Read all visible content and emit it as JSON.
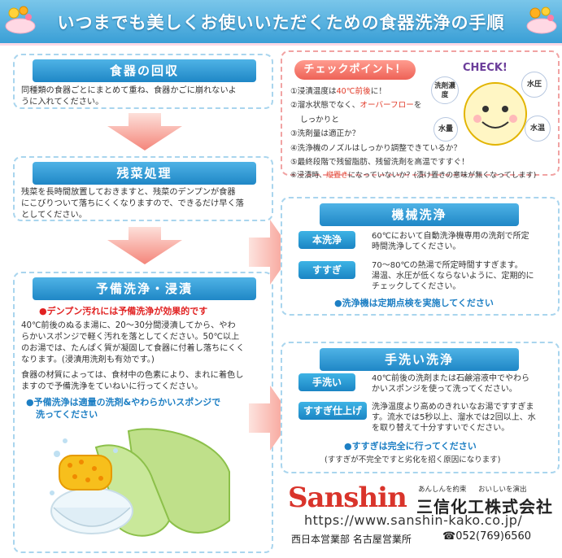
{
  "title": "いつまでも美しくお使いいただくための食器洗浄の手順",
  "steps": {
    "collect": {
      "heading": "食器の回収",
      "body1": "同種類の食器ごとにまとめて重ね、食器かごに崩れないよ",
      "body2": "うに入れてください。"
    },
    "leftover": {
      "heading": "残菜処理",
      "body1": "残菜を長時間放置しておきますと、残菜のデンプンが食器",
      "body2": "にこびりついて落ちにくくなりますので、できるだけ早く落",
      "body3": "としてください。"
    },
    "presoak": {
      "heading": "予備洗浄・浸漬",
      "note": "●デンプン汚れには予備洗浄が効果的です",
      "body1": "40℃前後のぬるま湯に、20～30分間浸漬してから、やわ",
      "body2": "らかいスポンジで軽く汚れを落としてください。50℃以上",
      "body3": "のお湯では、たんぱく質が凝固して食器に付着し落ちにくく",
      "body4": "なります。(浸漬用洗剤も有効です。)",
      "body5": "食器の材質によっては、食材中の色素により、まれに着色し",
      "body6": "ますので予備洗浄をていねいに行ってください。",
      "tip1": "●予備洗浄は適量の洗剤&やわらかいスポンジで",
      "tip2": "洗ってください"
    }
  },
  "check": {
    "title": "チェックポイント！",
    "badge": "CHECK!",
    "items": [
      {
        "pre": "①浸漬温度は",
        "hl": "40℃前後",
        "post": "に！"
      },
      {
        "pre": "②溜水状態でなく、",
        "hl": "オーバーフロー",
        "post": "を"
      },
      {
        "pre": "しっかりと",
        "hl": "",
        "post": ""
      },
      {
        "pre": "③洗剤量は適正か？",
        "hl": "",
        "post": ""
      },
      {
        "pre": "④洗浄機のノズルはしっかり調整できているか？",
        "hl": "",
        "post": ""
      },
      {
        "pre": "⑤最終段階で残留脂肪、残留洗剤を高温ですすぐ！",
        "hl": "",
        "post": ""
      },
      {
        "pre": "⑥浸漬時、",
        "hl": "縦置き",
        "post": "になっていないか？(漬け置きの意味が無くなってします)"
      }
    ],
    "bubbles": [
      "洗剤濃度",
      "水圧",
      "水量",
      "水温"
    ]
  },
  "machine": {
    "heading": "機械洗浄",
    "main_label": "本洗浄",
    "main_desc1": "60℃において自動洗浄機専用の洗剤で所定",
    "main_desc2": "時間洗浄してください。",
    "rinse_label": "すすぎ",
    "rinse_desc1": "70～80℃の熱湯で所定時間すすぎます。",
    "rinse_desc2": "湯温、水圧が低くならないように、定期的に",
    "rinse_desc3": "チェックしてください。",
    "note": "●洗浄機は定期点検を実施してください"
  },
  "hand": {
    "heading": "手洗い洗浄",
    "wash_label": "手洗い",
    "wash_desc1": "40℃前後の洗剤または石鹸溶液中でやわら",
    "wash_desc2": "かいスポンジを使って洗ってください。",
    "finish_label": "すすぎ仕上げ",
    "finish_desc1": "洗浄温度より高めのきれいなお湯ですすぎま",
    "finish_desc2": "す。流水では5秒以上、溜水では2回以上、水",
    "finish_desc3": "を取り替えて十分すすいでください。",
    "note": "●すすぎは完全に行ってください",
    "subnote": "(すすぎが不完全ですと劣化を招く原因になります)"
  },
  "footer": {
    "logo": "Sanshin",
    "kana1": "あんしんを約束",
    "kana2": "おいしいを演出",
    "company": "三信化工株式会社",
    "url": "https://www.sanshin-kako.co.jp/",
    "office": "西日本営業部  名古屋営業所",
    "phone": "☎052(769)6560"
  },
  "colors": {
    "accent_blue": "#1f87c6",
    "accent_red": "#e12222",
    "arrow_pink": "#f4857a"
  }
}
